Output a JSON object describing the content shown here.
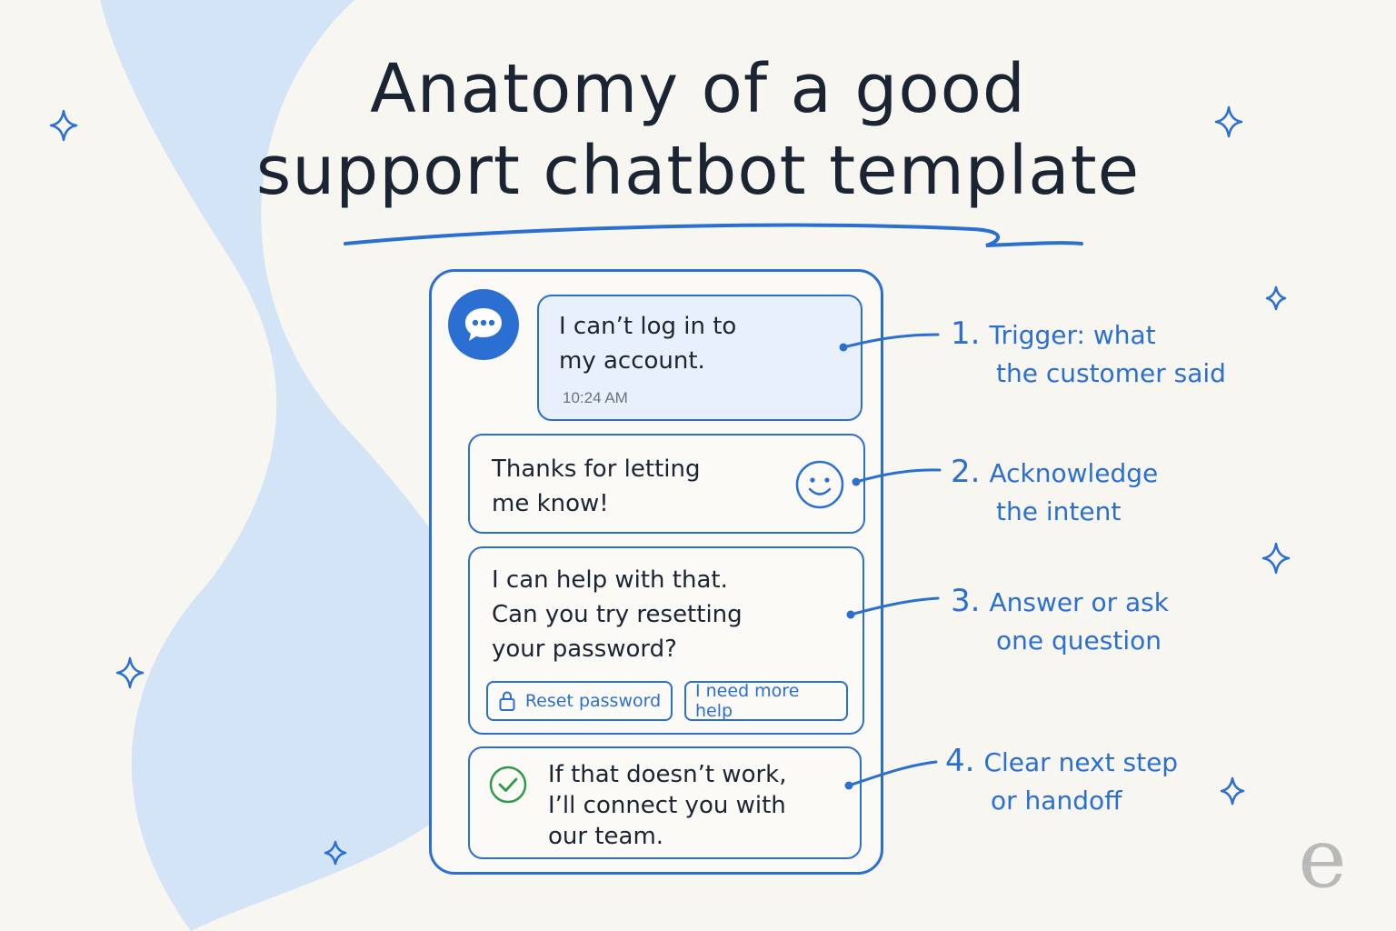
{
  "title": {
    "line1": "Anatomy of a good",
    "line2": "support chatbot template"
  },
  "chat": {
    "customer_message": "I can’t log in to\nmy account.",
    "timestamp": "10:24 AM",
    "acknowledge_message": "Thanks for letting\nme know!",
    "answer_message": "I can help with that.\nCan you try resetting\nyour password?",
    "quick_replies": [
      {
        "label": "Reset password",
        "icon": "lock-icon"
      },
      {
        "label": "I need more help"
      }
    ],
    "handoff_message": "If that doesn’t work,\nI’ll connect you with\nour team."
  },
  "callouts": [
    {
      "number": "1.",
      "line1": "Trigger: what",
      "line2": "the customer said"
    },
    {
      "number": "2.",
      "line1": "Acknowledge",
      "line2": "the intent"
    },
    {
      "number": "3.",
      "line1": "Answer or ask",
      "line2": "one question"
    },
    {
      "number": "4.",
      "line1": "Clear next step",
      "line2": "or handoff"
    }
  ],
  "icons": {
    "avatar": "chat-bubble-icon",
    "acknowledge": "smiley-icon",
    "handoff": "check-circle-icon",
    "decoration": "sparkle-icon"
  },
  "colors": {
    "accent": "#2a6fd1",
    "background": "#f8f6f1",
    "wave": "#d3e4f7",
    "text": "#1b2433",
    "success": "#2e9a4a"
  },
  "logo": {
    "letter": "e"
  }
}
